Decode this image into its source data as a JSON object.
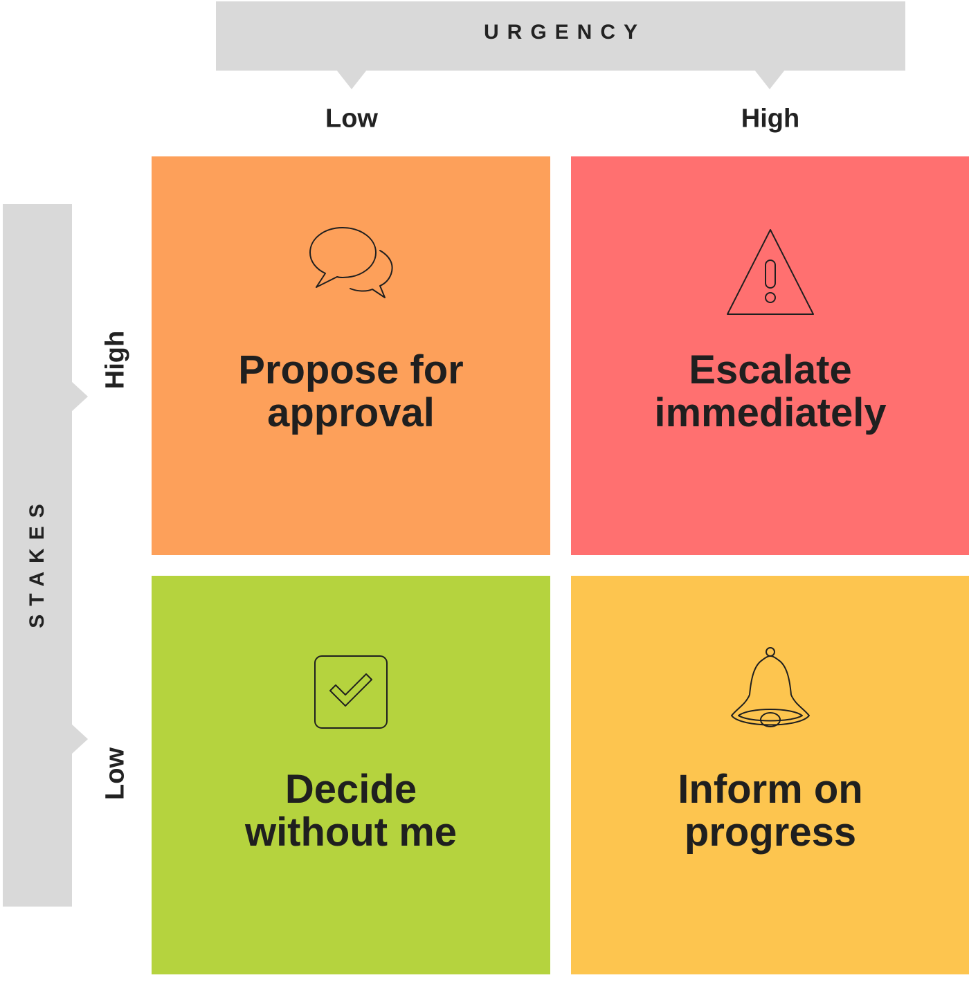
{
  "axes": {
    "urgency": {
      "title": "URGENCY",
      "low": "Low",
      "high": "High"
    },
    "stakes": {
      "title": "STAKES",
      "low": "Low",
      "high": "High"
    }
  },
  "quadrants": {
    "top_left": {
      "line1": "Propose for",
      "line2": "approval",
      "icon": "chat-bubbles-icon",
      "color": "#fda05a"
    },
    "top_right": {
      "line1": "Escalate",
      "line2": "immediately",
      "icon": "warning-icon",
      "color": "#ff7070"
    },
    "bottom_left": {
      "line1": "Decide",
      "line2": "without me",
      "icon": "checkbox-icon",
      "color": "#b5d33e"
    },
    "bottom_right": {
      "line1": "Inform on",
      "line2": "progress",
      "icon": "bell-icon",
      "color": "#fdc54f"
    }
  },
  "colors": {
    "axis_bar": "#d9d9d9",
    "text": "#1f1f1f"
  }
}
